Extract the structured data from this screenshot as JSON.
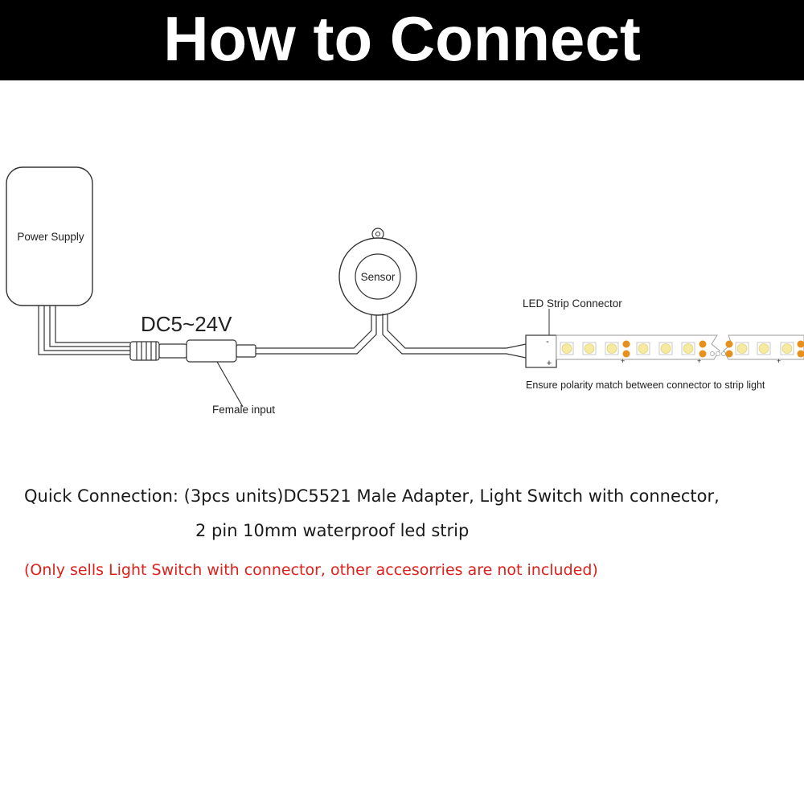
{
  "header": {
    "title": "How to Connect"
  },
  "diagram": {
    "power_supply_label": "Power Supply",
    "voltage_label": "DC5~24V",
    "female_input_label": "Female input",
    "sensor_label": "Sensor",
    "led_connector_label": "LED Strip Connector",
    "polarity_note": "Ensure polarity match between connector to strip light",
    "polarity_minus": "-",
    "polarity_plus": "+"
  },
  "notes": {
    "quick_connection_line1": "Quick Connection: (3pcs units)DC5521 Male Adapter, Light Switch with connector,",
    "quick_connection_line2": "2 pin 10mm waterproof led strip",
    "disclaimer": "(Only sells Light Switch with connector, other accesorries are not included)"
  },
  "colors": {
    "header_bg": "#000000",
    "header_text": "#ffffff",
    "disclaimer": "#e0201a",
    "led_pad": "#e8901c",
    "led_chip": "#f6e9a0"
  }
}
